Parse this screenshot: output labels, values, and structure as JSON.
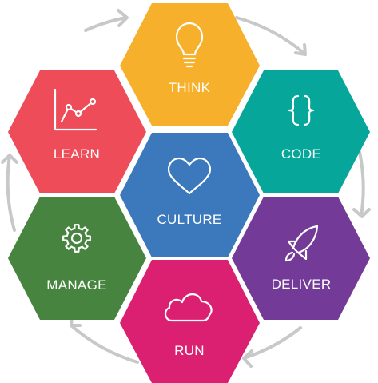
{
  "diagram": {
    "nodes": [
      {
        "id": "think",
        "label": "THINK",
        "icon": "lightbulb-icon",
        "color": "#f6b02b"
      },
      {
        "id": "code",
        "label": "CODE",
        "icon": "braces-icon",
        "color": "#07a69a"
      },
      {
        "id": "deliver",
        "label": "DELIVER",
        "icon": "rocket-icon",
        "color": "#733b97"
      },
      {
        "id": "run",
        "label": "RUN",
        "icon": "cloud-icon",
        "color": "#db2071"
      },
      {
        "id": "manage",
        "label": "MANAGE",
        "icon": "gear-icon",
        "color": "#46843f"
      },
      {
        "id": "learn",
        "label": "LEARN",
        "icon": "line-chart-icon",
        "color": "#ed4c58"
      },
      {
        "id": "culture",
        "label": "CULTURE",
        "icon": "heart-icon",
        "color": "#3b78bc"
      }
    ],
    "cycle_color": "#c7c9c8",
    "cycle_direction": "clockwise"
  }
}
